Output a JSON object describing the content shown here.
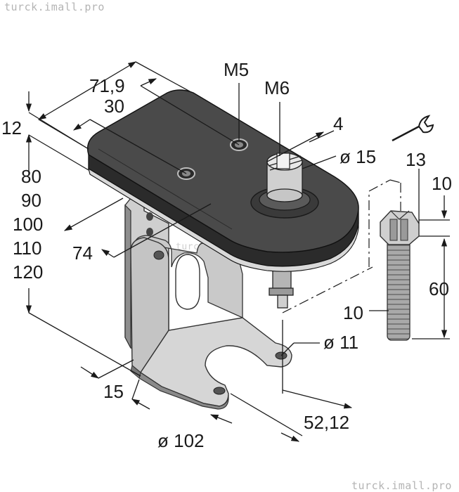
{
  "watermark": {
    "top_left": "turck.imall.pro",
    "center": "turck.imall.pro",
    "bottom_right": "turck.imall.pro"
  },
  "labels": {
    "m5": "M5",
    "m6": "M6",
    "d_71_9": "71,9",
    "d_30": "30",
    "d_12": "12",
    "d_4": "4",
    "dia_15": "ø 15",
    "d_13": "13",
    "d_10_top": "10",
    "d_80": "80",
    "d_90": "90",
    "d_100": "100",
    "d_110": "110",
    "d_120": "120",
    "d_74": "74",
    "d_60": "60",
    "d_10_screw": "10",
    "dia_11": "ø 11",
    "d_15": "15",
    "d_52_12": "52,12",
    "dia_102": "ø 102"
  },
  "icons": {
    "wrench": "wrench-icon"
  },
  "colors": {
    "sensor_body": "#3a3a3a",
    "bracket": "#bdbdbd",
    "screw": "#a8a8a8",
    "lines": "#1a1a1a"
  }
}
